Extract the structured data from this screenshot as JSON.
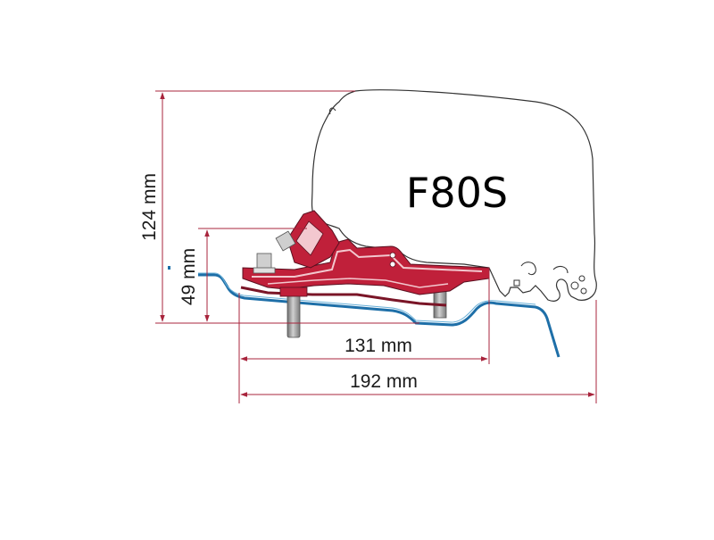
{
  "diagram": {
    "title": "F80S",
    "dimensions": {
      "height_total": "124 mm",
      "height_adapter": "49 mm",
      "width_adapter": "131 mm",
      "width_total": "192 mm"
    }
  },
  "colors": {
    "dimension_line": "#a8243c",
    "adapter_red": "#c0203a",
    "adapter_dark": "#5a1020",
    "rail_blue": "#1e6fa8",
    "rail_blue_light": "#6ab0d8",
    "awning_fill": "#ffffff",
    "awning_stroke": "#333333",
    "bolt_gray": "#8a8a8a"
  }
}
